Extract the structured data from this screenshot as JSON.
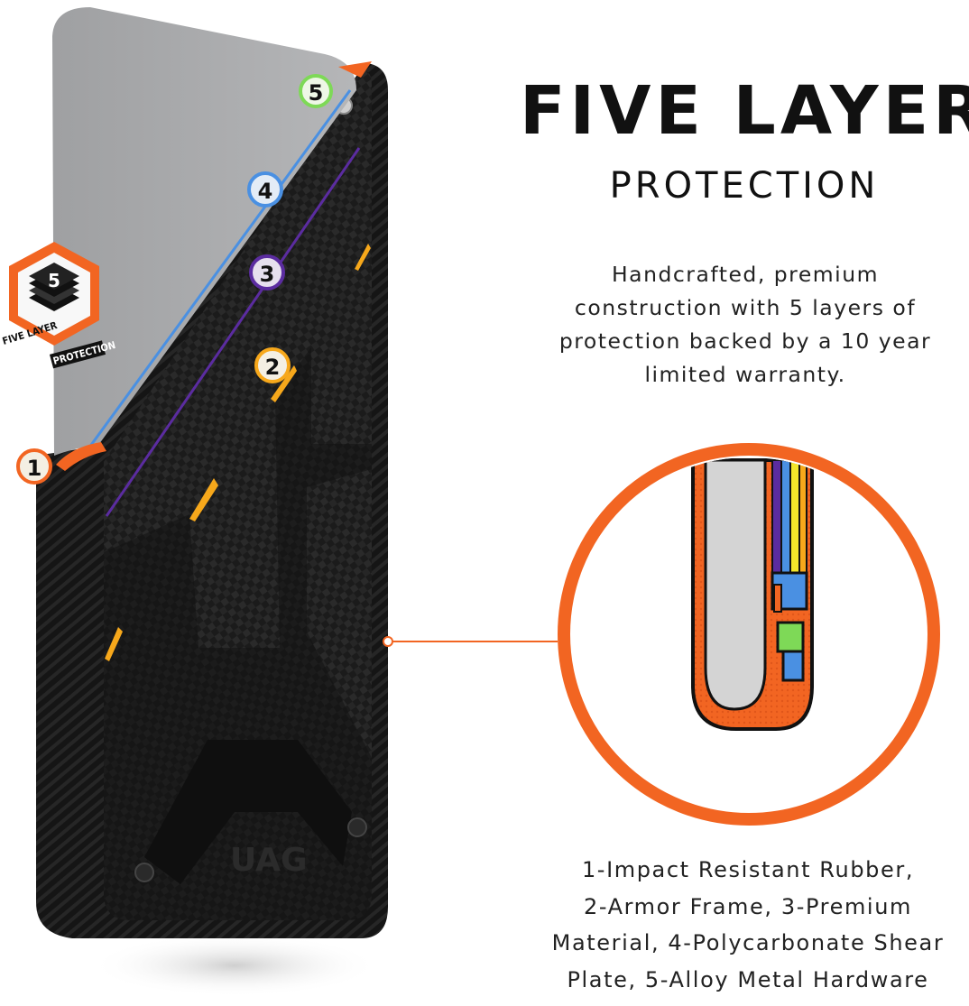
{
  "heading": {
    "title": "FIVE LAYER",
    "subtitle": "PROTECTION"
  },
  "description": [
    "Handcrafted, premium",
    "construction with 5 layers of",
    "protection backed by a 10 year",
    "limited warranty."
  ],
  "layer_list": [
    "1-Impact Resistant Rubber,",
    "2-Armor Frame, 3-Premium",
    "Material, 4-Polycarbonate Shear",
    "Plate, 5-Alloy Metal Hardware"
  ],
  "badge": {
    "icon_letter": "5",
    "word1": "FIVE LAYER",
    "word2": "PROTECTION"
  },
  "callouts": [
    "1",
    "2",
    "3",
    "4",
    "5"
  ],
  "colors": {
    "accent_orange": "#f26522",
    "layer_1": "#f26522",
    "layer_2": "#f7a81b",
    "layer_3": "#5b2ca0",
    "layer_4": "#4a90e2",
    "layer_5": "#7ed957",
    "case_black": "#1c1c1c",
    "phone_gray": "#a8a9ab"
  }
}
